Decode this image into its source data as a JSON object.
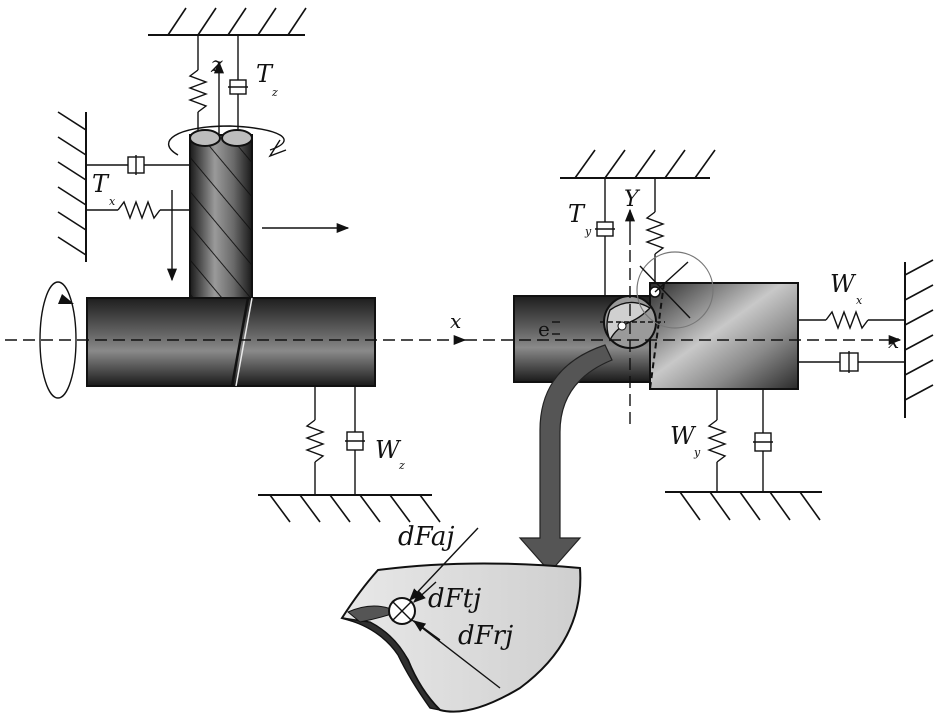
{
  "labels": {
    "left_z": "z",
    "left_tz": "T",
    "left_tz_sub": "z",
    "left_tx": "T",
    "left_tx_sub": "x",
    "left_x": "x",
    "left_wz": "W",
    "left_wz_sub": "z",
    "right_e": "e",
    "right_ty": "T",
    "right_ty_sub": "y",
    "right_y": "Y",
    "right_wx": "W",
    "right_wx_sub": "x",
    "right_x": "x",
    "right_wy": "W",
    "right_wy_sub": "y",
    "force_aj": "dFaj",
    "force_tj": "dFtj",
    "force_rj": "dFrj"
  },
  "colors": {
    "ink": "#111111",
    "metal_dark": "#2b2b2b",
    "metal_mid": "#6e6e6e",
    "metal_light": "#d9d9d9",
    "arrow_fill": "#4a4a4a"
  }
}
